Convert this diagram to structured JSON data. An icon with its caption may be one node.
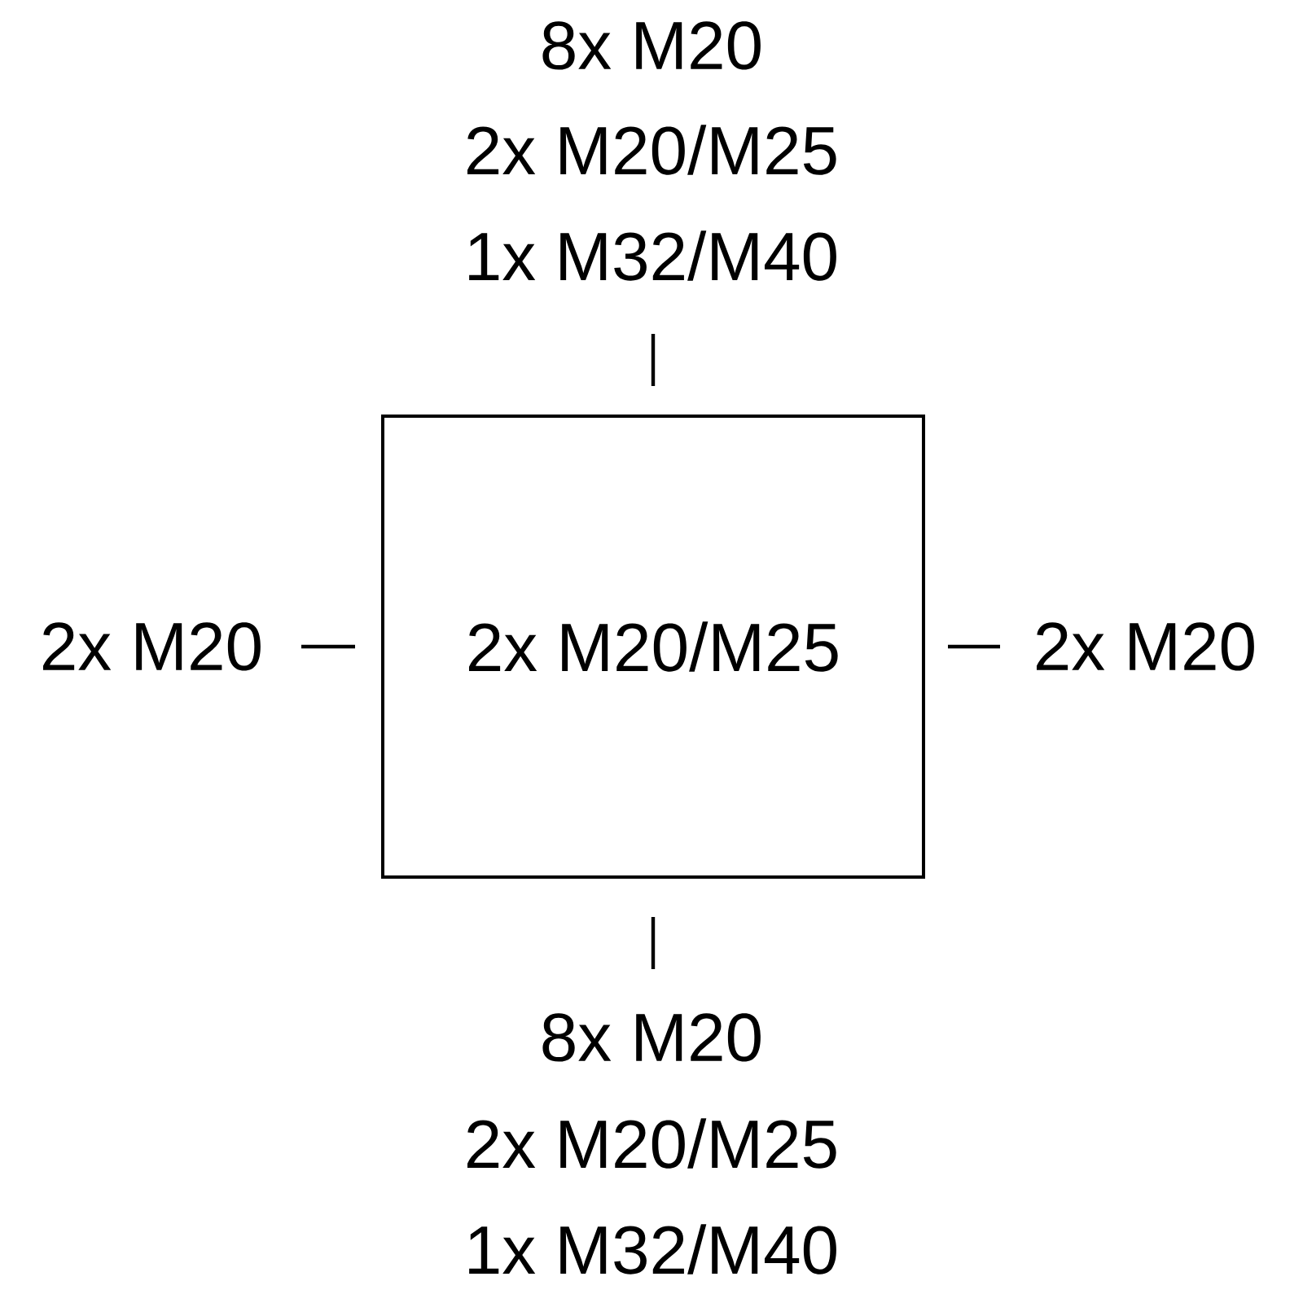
{
  "diagram": {
    "nodes": [
      {
        "text": [
          "2x M20/M25"
        ],
        "beside": [
          "8x M20",
          "2x M20/M25",
          "1x M32/M40",
          "2x M20",
          "2x M20",
          "8x M20",
          "2x M20/M25",
          "1x M32/M40"
        ]
      }
    ]
  }
}
